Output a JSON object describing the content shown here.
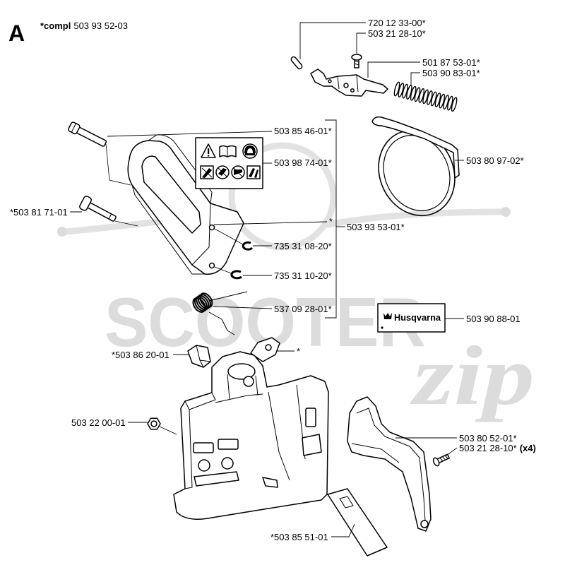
{
  "section": {
    "letter": "A",
    "complete_prefix": "*compl",
    "complete_part_number": "503 93 52-03"
  },
  "top_group": {
    "pin": "720 12 33-00*",
    "screw": "503 21 28-10*",
    "lever": "501 87 53-01*",
    "spring": "503 90 83-01*"
  },
  "hand_guard_group": {
    "bolt": "503 85 46-01*",
    "warning_decal": "503 98 74-01*",
    "hand_guard": "*",
    "assembly": "503 93 53-01*",
    "ring_small": "735 31 08-20*",
    "ring_large": "735 31 10-20*",
    "torsion_spring": "537 09 28-01*"
  },
  "brake_band": "503 80 97-02*",
  "guard_pin": "*503 81 71-01",
  "brand_decal": {
    "part_number": "503 90 88-01",
    "logo_text": "Husqvarna"
  },
  "cover_group": {
    "clip": "*503 86 20-01",
    "bracket": "*",
    "nut": "503 22 00-01",
    "plate": "*503 85 51-01"
  },
  "chain_guard_group": {
    "chain_guard": "503 80 52-01*",
    "screw": "503 21 28-10*",
    "screw_quantity": "(x4)"
  },
  "watermark": {
    "main": "SCOOTER",
    "script": "zip"
  },
  "colors": {
    "ink": "#000000",
    "paper": "#ffffff",
    "watermark": "#dcdcdc"
  }
}
